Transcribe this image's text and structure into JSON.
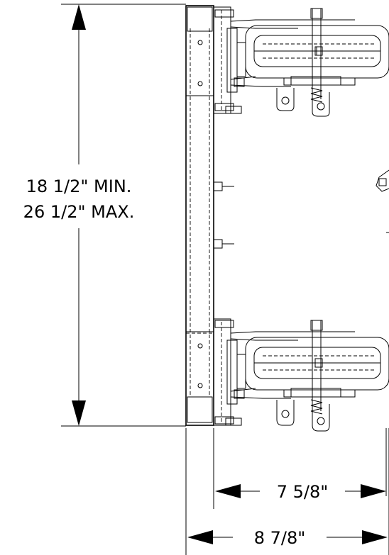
{
  "dimensions": {
    "height_min": "18 1/2\" MIN.",
    "height_max": "26 1/2\" MAX.",
    "inner_width": "7 5/8\"",
    "outer_width": "8 7/8\""
  }
}
